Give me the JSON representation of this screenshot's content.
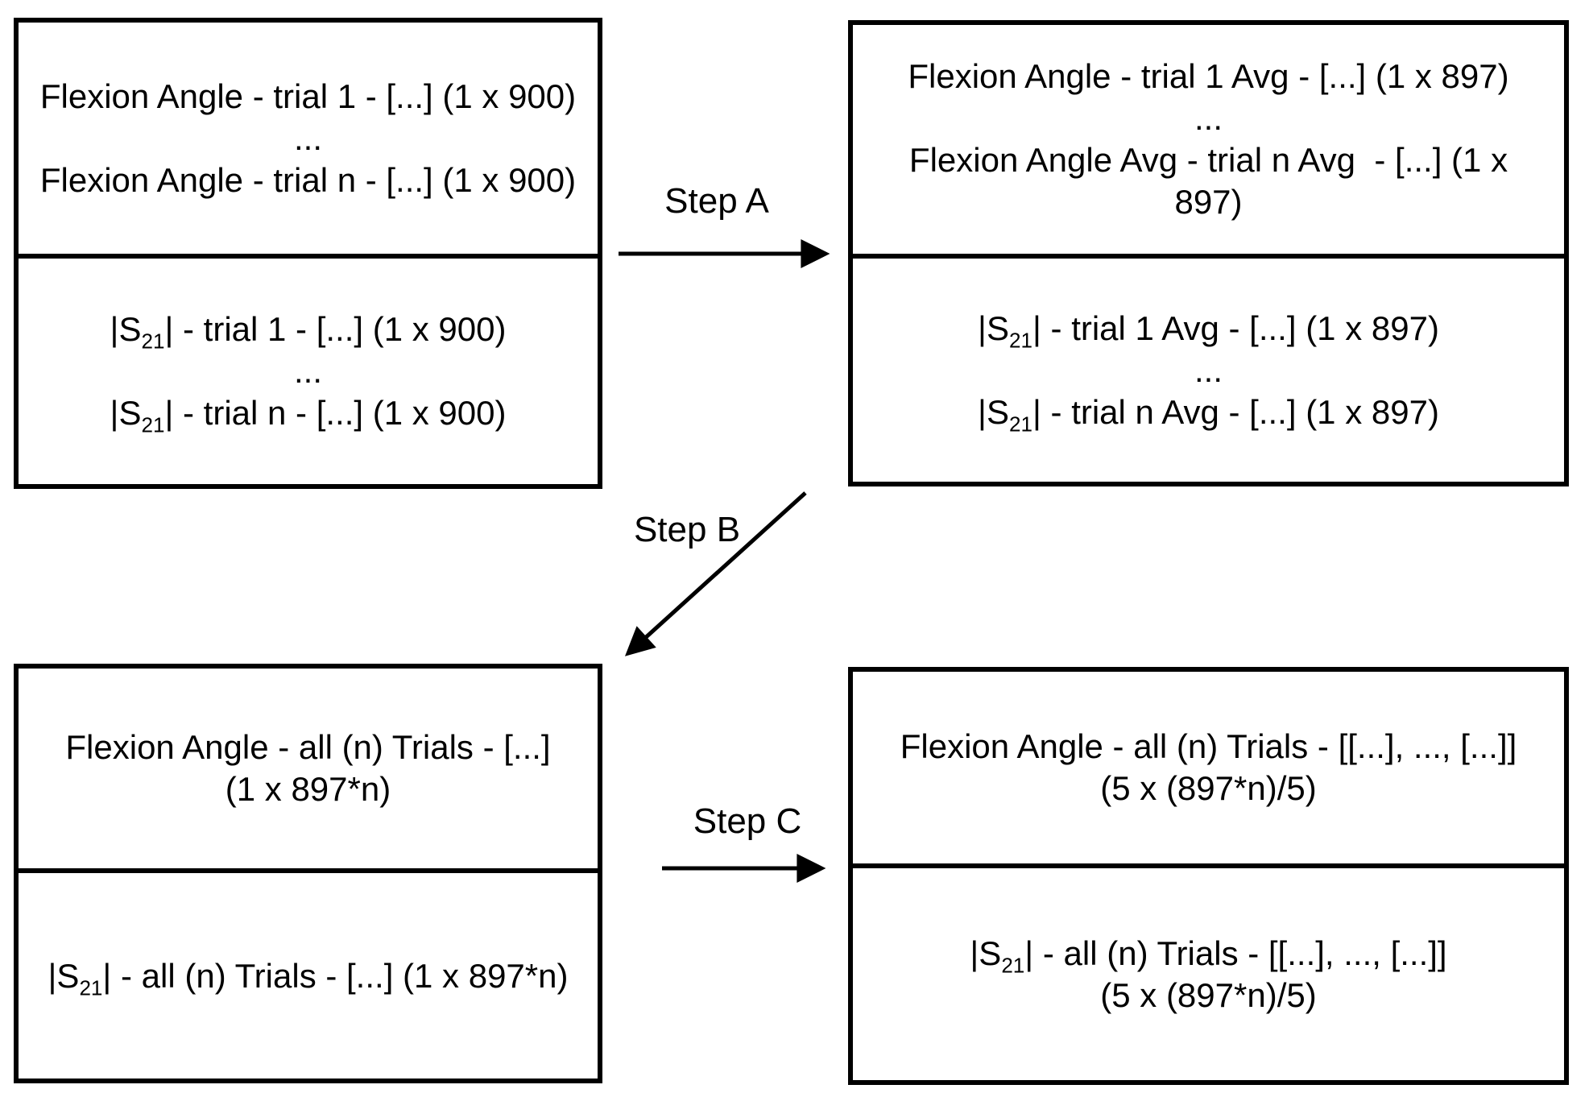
{
  "canvas": {
    "background": "#ffffff",
    "ink": "#000000"
  },
  "boxes": {
    "top_left": {
      "flexion_line1": "Flexion Angle - trial 1 - [...] (1 x 900)",
      "dots1": "...",
      "flexion_line2": "Flexion Angle - trial n - [...] (1 x 900)",
      "s21_line1": {
        "pre": "|S",
        "sub": "21",
        "post": "| - trial 1 - [...] (1 x 900)"
      },
      "dots2": "...",
      "s21_line2": {
        "pre": "|S",
        "sub": "21",
        "post": "| - trial n - [...] (1 x 900)"
      }
    },
    "top_right": {
      "flexion_line1": "Flexion Angle - trial 1 Avg - [...] (1 x 897)",
      "dots1": "...",
      "flexion_line2a": "Flexion Angle Avg - trial n Avg  - [...] (1 x",
      "flexion_line2b": "897)",
      "s21_line1": {
        "pre": "|S",
        "sub": "21",
        "post": "| - trial 1 Avg - [...] (1 x 897)"
      },
      "dots2": "...",
      "s21_line2": {
        "pre": "|S",
        "sub": "21",
        "post": "| - trial n Avg - [...] (1 x 897)"
      }
    },
    "bottom_left": {
      "flexion_line1": "Flexion Angle - all (n) Trials - [...]",
      "flexion_line2": "(1 x 897*n)",
      "s21_line": {
        "pre": "|S",
        "sub": "21",
        "post": "| - all (n) Trials - [...] (1 x 897*n)"
      }
    },
    "bottom_right": {
      "flexion_line1": "Flexion Angle - all (n) Trials - [[...], ..., [...]]",
      "flexion_line2": "(5 x (897*n)/5)",
      "s21_line": {
        "pre": "|S",
        "sub": "21",
        "post": "| - all (n) Trials - [[...], ..., [...]]"
      },
      "s21_dim": "(5 x (897*n)/5)"
    }
  },
  "arrows": {
    "step_a": {
      "label": "Step A"
    },
    "step_b": {
      "label": "Step B"
    },
    "step_c": {
      "label": "Step C"
    }
  }
}
